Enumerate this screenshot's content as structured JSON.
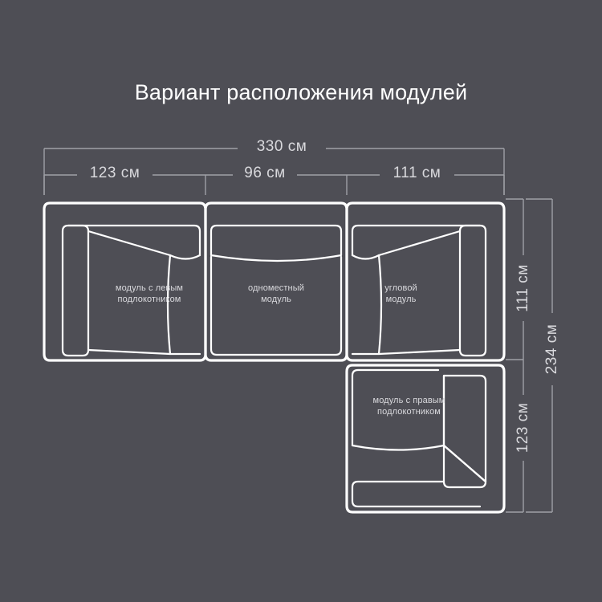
{
  "title": "Вариант расположения модулей",
  "background_color": "#4e4e55",
  "line_color": "#ffffff",
  "dimension_line_color": "#9fa0a6",
  "label_color": "#d9d9dd",
  "dimensions": {
    "top_total": "330 см",
    "top_segments": [
      "123 см",
      "96 см",
      "111 см"
    ],
    "right_total": "234 см",
    "right_segments": [
      "111 см",
      "123 см"
    ]
  },
  "modules": [
    {
      "id": "left-armrest",
      "label": "модуль с левым\nподлокотником"
    },
    {
      "id": "single-seat",
      "label": "одноместный\nмодуль"
    },
    {
      "id": "corner",
      "label": "угловой\nмодуль"
    },
    {
      "id": "right-armrest",
      "label": "модуль с правым\nподлокотником"
    }
  ]
}
